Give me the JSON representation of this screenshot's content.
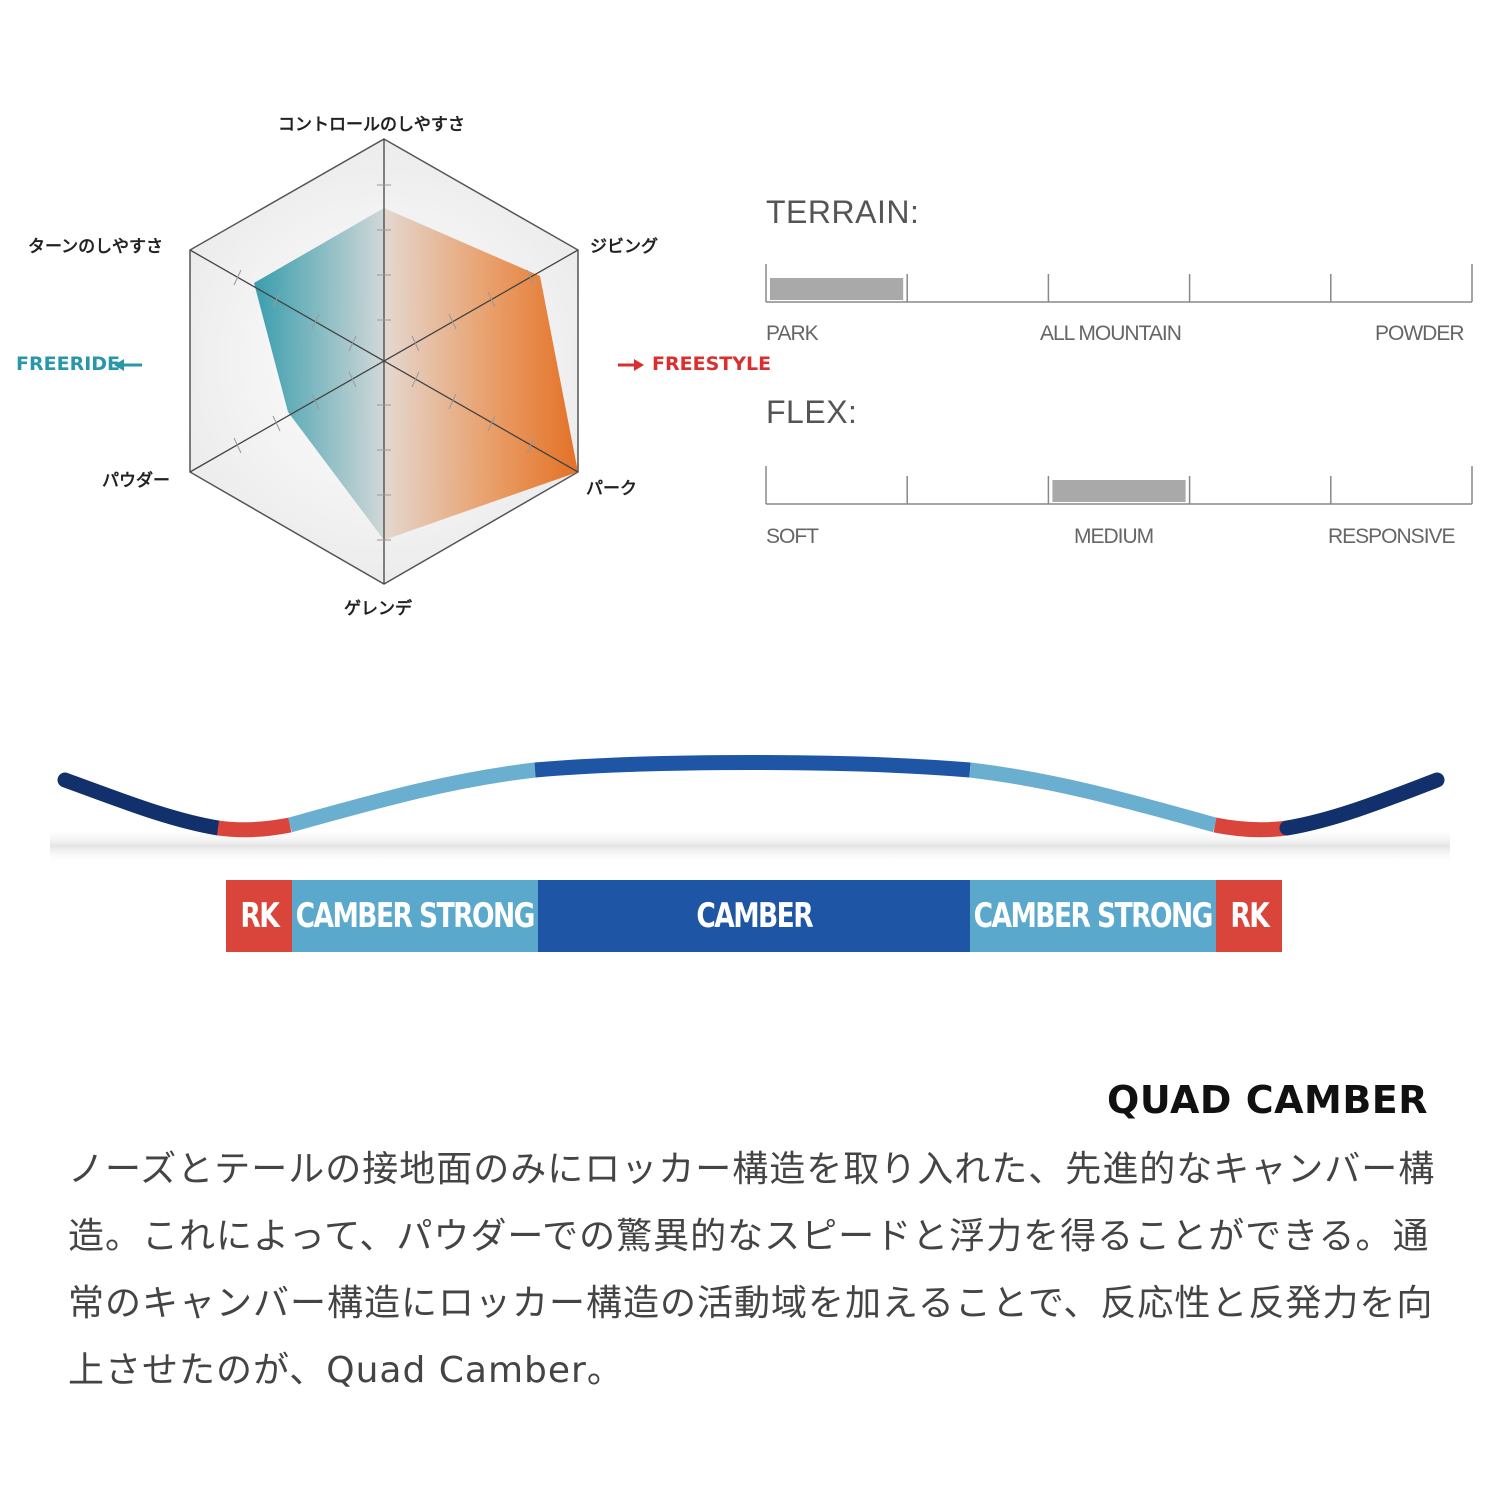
{
  "radar": {
    "axes": [
      "コントロールのしやすさ",
      "ジビング",
      "パーク",
      "ゲレンデ",
      "パウダー",
      "ターンのしやすさ"
    ],
    "freeride_label": "FREERIDE",
    "freestyle_label": "FREESTYLE",
    "colors": {
      "freeride": "#2a97a8",
      "freestyle": "#e36b1c",
      "freestyle_arrow": "#d9302f"
    }
  },
  "terrain": {
    "title": "TERRAIN:",
    "labels": [
      "PARK",
      "ALL MOUNTAIN",
      "POWDER"
    ],
    "range": [
      0,
      1
    ]
  },
  "flex": {
    "title": "FLEX:",
    "labels": [
      "SOFT",
      "MEDIUM",
      "RESPONSIVE"
    ],
    "range": [
      2,
      3
    ]
  },
  "profile": {
    "segments": [
      {
        "label": "RK",
        "color": "#d9453a"
      },
      {
        "label": "CAMBER STRONG",
        "color": "#5aa8cc"
      },
      {
        "label": "CAMBER",
        "color": "#1e55a5"
      },
      {
        "label": "CAMBER STRONG",
        "color": "#5aa8cc"
      },
      {
        "label": "RK",
        "color": "#d9453a"
      }
    ]
  },
  "description": {
    "title": "QUAD CAMBER",
    "body": "ノーズとテールの接地面のみにロッカー構造を取り入れた、先進的なキャンバー構造。これによって、パウダーでの驚異的なスピードと浮力を得ることができる。通常のキャンバー構造にロッカー構造の活動域を加えることで、反応性と反発力を向上させたのが、Quad Camber。"
  }
}
